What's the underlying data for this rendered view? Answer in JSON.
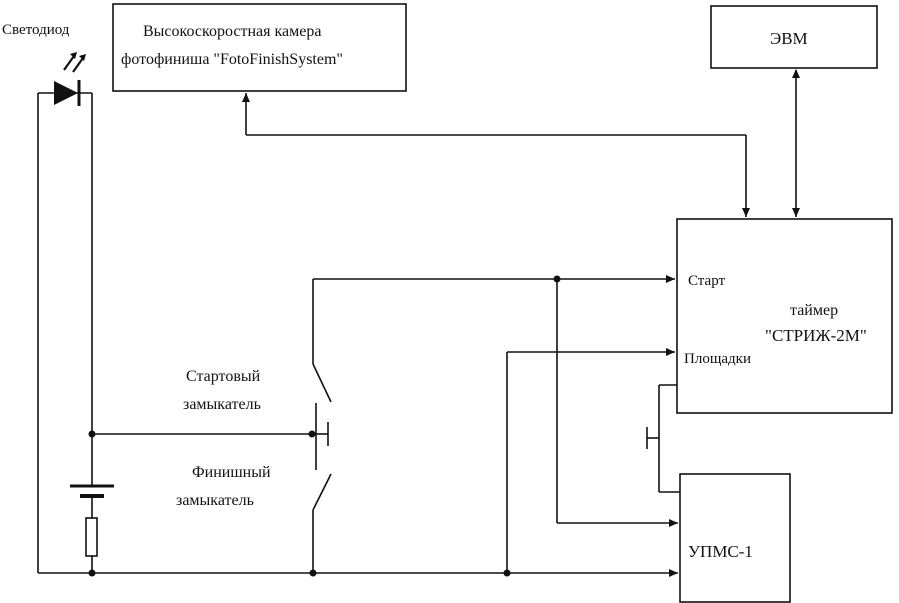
{
  "labels": {
    "led": "Светодиод",
    "camera_line1": "Высокоскоростная камера",
    "camera_line2": "фотофиниша \"FotoFinishSystem\"",
    "computer": "ЭВМ",
    "timer_start": "Старт",
    "timer_pads": "Площадки",
    "timer_line1": "таймер",
    "timer_line2": "\"СТРИЖ-2М\"",
    "start_switch_line1": "Стартовый",
    "start_switch_line2": "замыкатель",
    "finish_switch_line1": "Финишный",
    "finish_switch_line2": "замыкатель",
    "upms": "УПМС-1"
  }
}
